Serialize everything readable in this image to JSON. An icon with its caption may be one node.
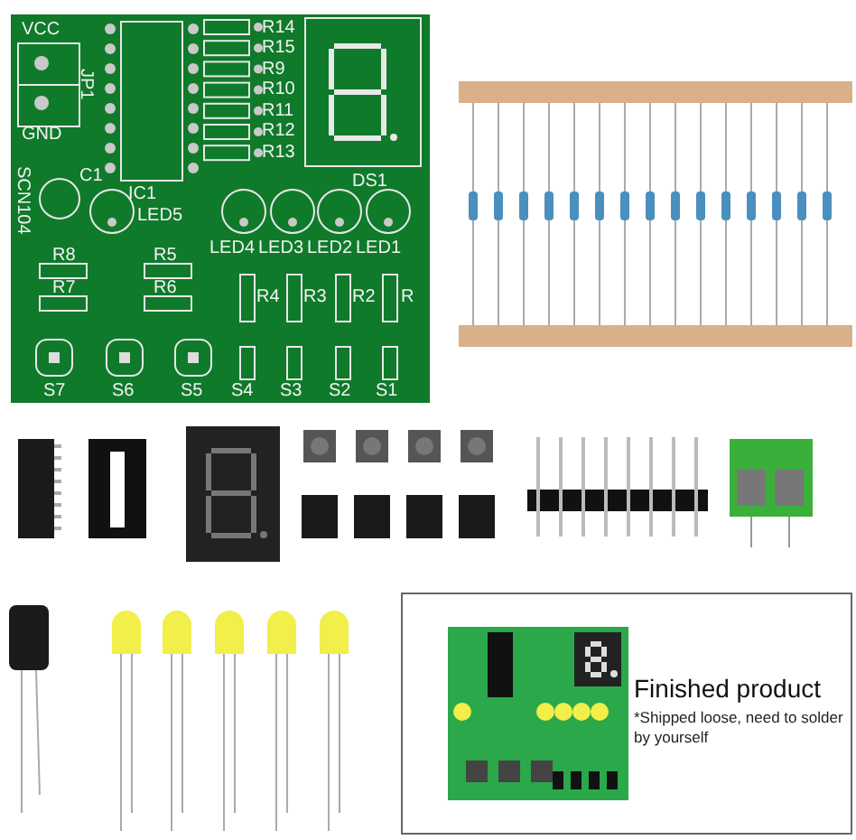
{
  "diagram": {
    "nodes": [
      {
        "text": [
          "Finished product",
          "*Shipped loose, need to solder by yourself"
        ]
      }
    ],
    "labels": [
      "VCC",
      "JP1",
      "GND",
      "R14",
      "R15",
      "R9",
      "R10",
      "R11",
      "R12",
      "R13",
      "DS1",
      "SCN104",
      "C1",
      "IC1",
      "LED5",
      "LED4",
      "LED3",
      "LED2",
      "LED1",
      "R8",
      "R5",
      "R7",
      "R6",
      "R4",
      "R3",
      "R2",
      "R",
      "S7",
      "S6",
      "S5",
      "S4",
      "S3",
      "S2",
      "S1"
    ]
  }
}
